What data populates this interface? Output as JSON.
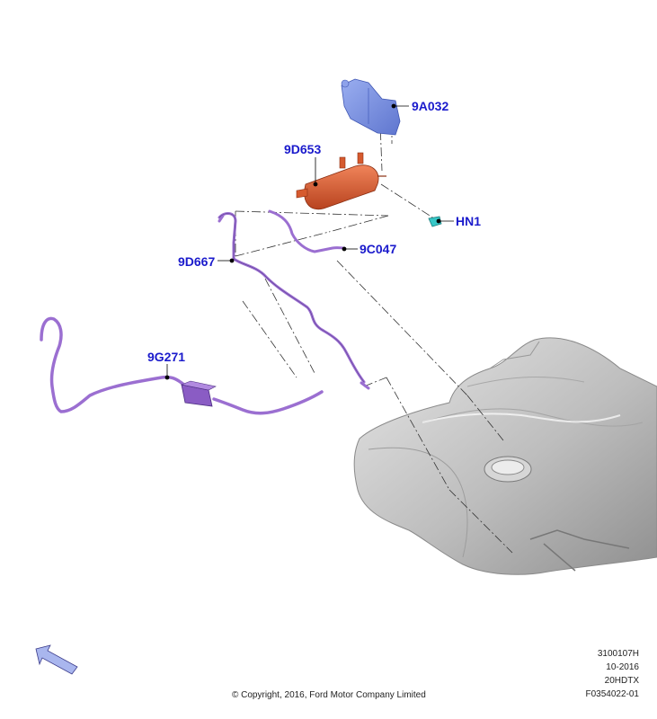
{
  "parts": [
    {
      "id": "9A032",
      "label": "9A032"
    },
    {
      "id": "9D653",
      "label": "9D653"
    },
    {
      "id": "HN1",
      "label": "HN1"
    },
    {
      "id": "9C047",
      "label": "9C047"
    },
    {
      "id": "9D667",
      "label": "9D667"
    },
    {
      "id": "9G271",
      "label": "9G271"
    }
  ],
  "colors": {
    "label": "#1a1acc",
    "bracket": "#7f94e6",
    "canister": "#e4643a",
    "hose": "#9b6fd1",
    "clip": "#37c7c7",
    "tank": "#b9b9b9",
    "arrow": "#a9b6ee"
  },
  "reference": {
    "line1": "3100107H",
    "line2": "10-2016",
    "line3": "20HDTX",
    "line4": "F0354022-01"
  },
  "copyright": "© Copyright, 2016, Ford Motor Company Limited",
  "icons": {
    "orientation": "orientation-arrow-icon"
  }
}
